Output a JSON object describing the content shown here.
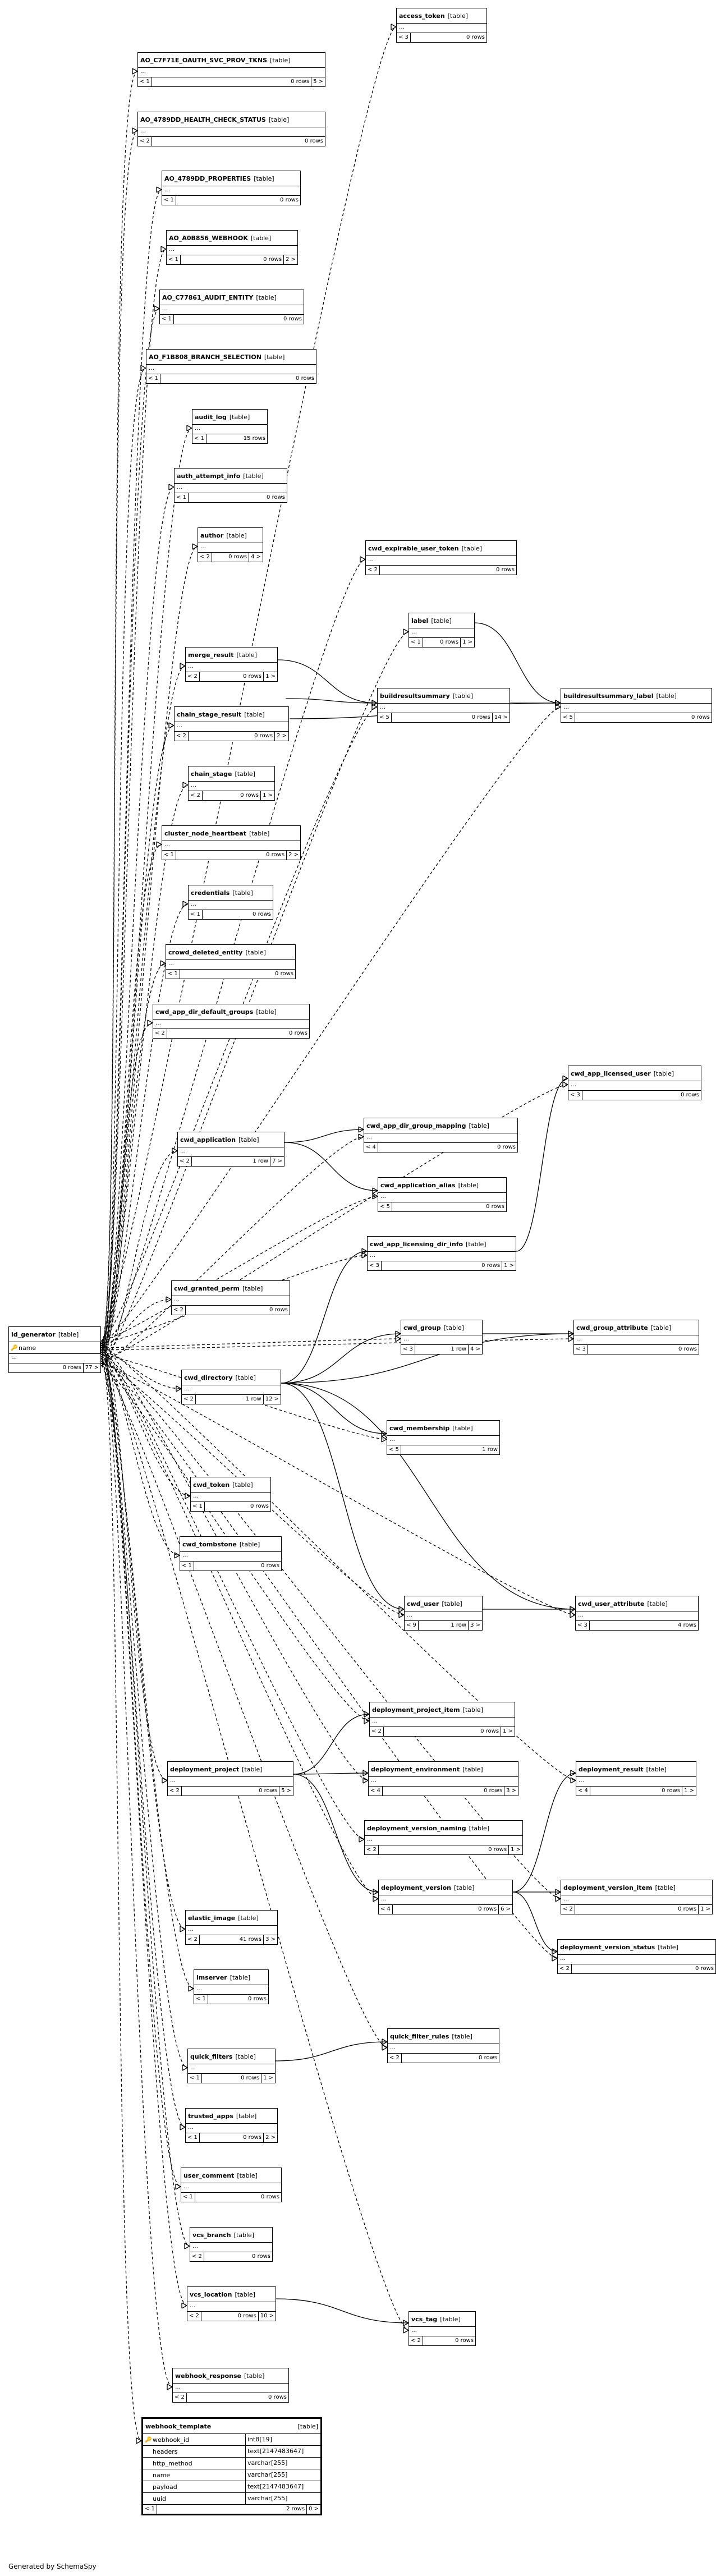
{
  "table_word": "[table]",
  "tables": {
    "id_generator": {
      "name": "id_generator",
      "el": "…",
      "children": "0 rows",
      "parents": "77 >",
      "columns": [
        {
          "name": "name",
          "key": true
        }
      ]
    },
    "access_token": {
      "name": "access_token",
      "lt": "< 3",
      "rows": "0 rows"
    },
    "ao_c7f71e": {
      "name": "AO_C7F71E_OAUTH_SVC_PROV_TKNS",
      "lt": "< 1",
      "rows": "0 rows",
      "gt": "5 >"
    },
    "ao_4789dd_hc": {
      "name": "AO_4789DD_HEALTH_CHECK_STATUS",
      "lt": "< 2",
      "rows": "0 rows"
    },
    "ao_4789dd_props": {
      "name": "AO_4789DD_PROPERTIES",
      "lt": "< 1",
      "rows": "0 rows"
    },
    "ao_a0b856": {
      "name": "AO_A0B856_WEBHOOK",
      "lt": "< 1",
      "rows": "0 rows",
      "gt": "2 >"
    },
    "ao_c77861": {
      "name": "AO_C77861_AUDIT_ENTITY",
      "lt": "< 1",
      "rows": "0 rows"
    },
    "ao_f1b808": {
      "name": "AO_F1B808_BRANCH_SELECTION",
      "lt": "< 1",
      "rows": "0 rows"
    },
    "audit_log": {
      "name": "audit_log",
      "lt": "< 1",
      "rows": "15 rows"
    },
    "auth_attempt_info": {
      "name": "auth_attempt_info",
      "lt": "< 1",
      "rows": "0 rows"
    },
    "author": {
      "name": "author",
      "lt": "< 2",
      "rows": "0 rows",
      "gt": "4 >"
    },
    "cwd_expirable_user_token": {
      "name": "cwd_expirable_user_token",
      "lt": "< 2",
      "rows": "0 rows"
    },
    "label": {
      "name": "label",
      "lt": "< 1",
      "rows": "0 rows",
      "gt": "1 >"
    },
    "merge_result": {
      "name": "merge_result",
      "lt": "< 2",
      "rows": "0 rows",
      "gt": "1 >"
    },
    "buildresultsummary": {
      "name": "buildresultsummary",
      "lt": "< 5",
      "rows": "0 rows",
      "gt": "14 >"
    },
    "buildresultsummary_label": {
      "name": "buildresultsummary_label",
      "lt": "< 5",
      "rows": "0 rows"
    },
    "chain_stage_result": {
      "name": "chain_stage_result",
      "lt": "< 2",
      "rows": "0 rows",
      "gt": "2 >"
    },
    "chain_stage": {
      "name": "chain_stage",
      "lt": "< 2",
      "rows": "0 rows",
      "gt": "1 >"
    },
    "cluster_node_heartbeat": {
      "name": "cluster_node_heartbeat",
      "lt": "< 1",
      "rows": "0 rows",
      "gt": "2 >"
    },
    "credentials": {
      "name": "credentials",
      "lt": "< 1",
      "rows": "0 rows"
    },
    "crowd_deleted_entity": {
      "name": "crowd_deleted_entity",
      "lt": "< 1",
      "rows": "0 rows"
    },
    "cwd_app_dir_default_groups": {
      "name": "cwd_app_dir_default_groups",
      "lt": "< 2",
      "rows": "0 rows"
    },
    "cwd_app_licensed_user": {
      "name": "cwd_app_licensed_user",
      "lt": "< 3",
      "rows": "0 rows"
    },
    "cwd_app_dir_group_mapping": {
      "name": "cwd_app_dir_group_mapping",
      "lt": "< 4",
      "rows": "0 rows"
    },
    "cwd_application": {
      "name": "cwd_application",
      "lt": "< 2",
      "rows": "1 row",
      "gt": "7 >"
    },
    "cwd_application_alias": {
      "name": "cwd_application_alias",
      "lt": "< 5",
      "rows": "0 rows"
    },
    "cwd_app_licensing_dir_info": {
      "name": "cwd_app_licensing_dir_info",
      "lt": "< 3",
      "rows": "0 rows",
      "gt": "1 >"
    },
    "cwd_granted_perm": {
      "name": "cwd_granted_perm",
      "lt": "< 2",
      "rows": "0 rows"
    },
    "cwd_group": {
      "name": "cwd_group",
      "lt": "< 3",
      "rows": "1 row",
      "gt": "4 >"
    },
    "cwd_group_attribute": {
      "name": "cwd_group_attribute",
      "lt": "< 3",
      "rows": "0 rows"
    },
    "cwd_directory": {
      "name": "cwd_directory",
      "lt": "< 2",
      "rows": "1 row",
      "gt": "12 >"
    },
    "cwd_membership": {
      "name": "cwd_membership",
      "lt": "< 5",
      "rows": "1 row"
    },
    "cwd_token": {
      "name": "cwd_token",
      "lt": "< 1",
      "rows": "0 rows"
    },
    "cwd_tombstone": {
      "name": "cwd_tombstone",
      "lt": "< 1",
      "rows": "0 rows"
    },
    "cwd_user": {
      "name": "cwd_user",
      "lt": "< 9",
      "rows": "1 row",
      "gt": "3 >"
    },
    "cwd_user_attribute": {
      "name": "cwd_user_attribute",
      "lt": "< 3",
      "rows": "4 rows"
    },
    "deployment_project_item": {
      "name": "deployment_project_item",
      "lt": "< 2",
      "rows": "0 rows",
      "gt": "1 >"
    },
    "deployment_project": {
      "name": "deployment_project",
      "lt": "< 2",
      "rows": "0 rows",
      "gt": "5 >"
    },
    "deployment_environment": {
      "name": "deployment_environment",
      "lt": "< 4",
      "rows": "0 rows",
      "gt": "3 >"
    },
    "deployment_result": {
      "name": "deployment_result",
      "lt": "< 4",
      "rows": "0 rows",
      "gt": "1 >"
    },
    "deployment_version_naming": {
      "name": "deployment_version_naming",
      "lt": "< 2",
      "rows": "0 rows",
      "gt": "1 >"
    },
    "deployment_version": {
      "name": "deployment_version",
      "lt": "< 4",
      "rows": "0 rows",
      "gt": "6 >"
    },
    "deployment_version_item": {
      "name": "deployment_version_item",
      "lt": "< 2",
      "rows": "0 rows",
      "gt": "1 >"
    },
    "elastic_image": {
      "name": "elastic_image",
      "lt": "< 2",
      "rows": "41 rows",
      "gt": "3 >"
    },
    "deployment_version_status": {
      "name": "deployment_version_status",
      "lt": "< 2",
      "rows": "0 rows"
    },
    "imserver": {
      "name": "imserver",
      "lt": "< 1",
      "rows": "0 rows"
    },
    "quick_filter_rules": {
      "name": "quick_filter_rules",
      "lt": "< 2",
      "rows": "0 rows"
    },
    "quick_filters": {
      "name": "quick_filters",
      "lt": "< 1",
      "rows": "0 rows",
      "gt": "1 >"
    },
    "trusted_apps": {
      "name": "trusted_apps",
      "lt": "< 1",
      "rows": "0 rows",
      "gt": "2 >"
    },
    "user_comment": {
      "name": "user_comment",
      "lt": "< 1",
      "rows": "0 rows"
    },
    "vcs_branch": {
      "name": "vcs_branch",
      "lt": "< 2",
      "rows": "0 rows"
    },
    "vcs_location": {
      "name": "vcs_location",
      "lt": "< 2",
      "rows": "0 rows",
      "gt": "10 >"
    },
    "vcs_tag": {
      "name": "vcs_tag",
      "lt": "< 2",
      "rows": "0 rows"
    },
    "webhook_response": {
      "name": "webhook_response",
      "lt": "< 2",
      "rows": "0 rows"
    },
    "webhook_template": {
      "name": "webhook_template",
      "lt": "< 1",
      "rows": "2 rows",
      "gt": "0 >",
      "columns": [
        {
          "name": "webhook_id",
          "type": "int8[19]",
          "key": true
        },
        {
          "name": "headers",
          "type": "text[2147483647]"
        },
        {
          "name": "http_method",
          "type": "varchar[255]"
        },
        {
          "name": "name",
          "type": "varchar[255]"
        },
        {
          "name": "payload",
          "type": "text[2147483647]"
        },
        {
          "name": "uuid",
          "type": "varchar[255]"
        }
      ]
    }
  },
  "footer": "Generated by SchemaSpy"
}
